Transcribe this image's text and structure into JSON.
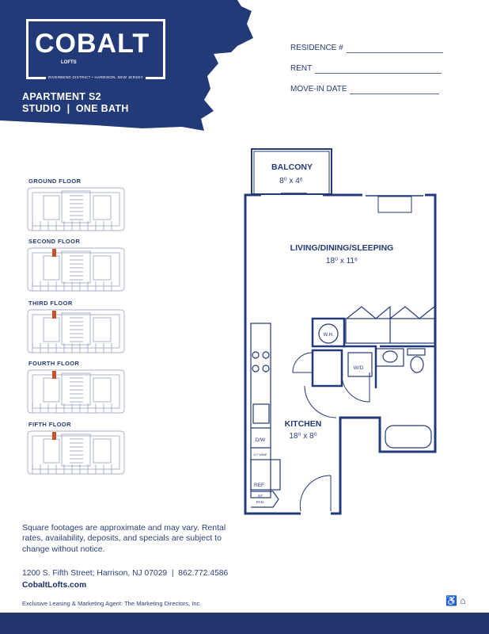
{
  "brand": {
    "name": "COBALT",
    "sub": "LOFTS",
    "tagline": "RIVERBEND DISTRICT • HARRISON, NEW JERSEY",
    "color": "#233a78"
  },
  "apartment": {
    "name": "APARTMENT S2",
    "type": "STUDIO  |  ONE BATH"
  },
  "fields": [
    {
      "label": "RESIDENCE #"
    },
    {
      "label": "RENT"
    },
    {
      "label": "MOVE-IN DATE"
    }
  ],
  "floors": [
    {
      "label": "GROUND FLOOR",
      "highlighted": false
    },
    {
      "label": "SECOND FLOOR",
      "highlighted": true
    },
    {
      "label": "THIRD FLOOR",
      "highlighted": true
    },
    {
      "label": "FOURTH FLOOR",
      "highlighted": true
    },
    {
      "label": "FIFTH FLOOR",
      "highlighted": true
    }
  ],
  "highlight_color": "#c4532a",
  "plan": {
    "rooms": [
      {
        "name": "BALCONY",
        "size": "8⁰ x 4⁶"
      },
      {
        "name": "LIVING/DINING/SLEEPING",
        "size": "18⁰ x 11⁶"
      },
      {
        "name": "KITCHEN",
        "size": "18⁰ x 8⁰"
      }
    ],
    "labels": {
      "wh": "W.H.",
      "wd": "W/D",
      "dw": "D/W",
      "wine": "12\" WINE",
      "ref": "REF.",
      "pan1": "24\"",
      "pan2": "PAN."
    }
  },
  "footer": {
    "disclaimer": "Square footages are approximate and may vary. Rental rates, availability, deposits, and specials are subject to change without notice.",
    "address": "1200 S. Fifth Street; Harrison, NJ 07029  |  862.772.4586",
    "website": "CobaltLofts.com",
    "agent": "Exclusive Leasing & Marketing Agent: The Marketing Directors, Inc.",
    "icons": [
      "accessibility-icon",
      "equal-housing-icon"
    ]
  }
}
